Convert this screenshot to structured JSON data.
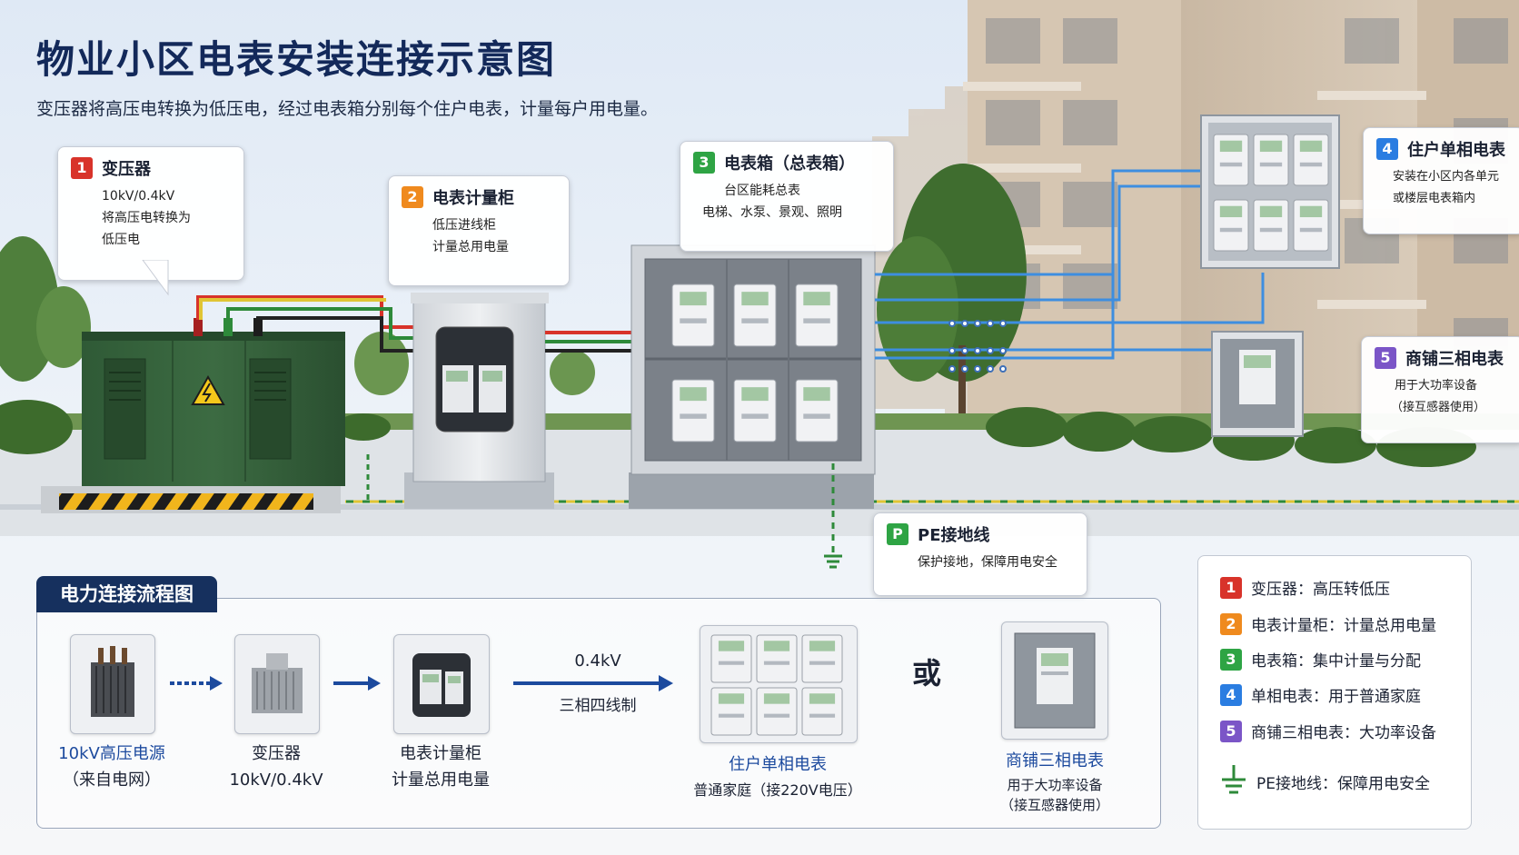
{
  "title": "物业小区电表安装连接示意图",
  "subtitle": "变压器将高压电转换为低压电，经过电表箱分别每个住户电表，计量每户用电量。",
  "callouts": {
    "c1": {
      "num": "1",
      "title": "变压器",
      "lines": [
        "10kV/0.4kV",
        "将高压电转换为",
        "低压电"
      ]
    },
    "c2": {
      "num": "2",
      "title": "电表计量柜",
      "lines": [
        "低压进线柜",
        "计量总用电量"
      ]
    },
    "c3": {
      "num": "3",
      "title": "电表箱（总表箱）",
      "lines": [
        "台区能耗总表",
        "电梯、水泵、景观、照明"
      ]
    },
    "c4": {
      "num": "4",
      "title": "住户单相电表",
      "lines": [
        "安装在小区内各单元",
        "或楼层电表箱内"
      ]
    },
    "c5": {
      "num": "5",
      "title": "商铺三相电表",
      "lines": [
        "用于大功率设备",
        "（接互感器使用）"
      ]
    },
    "cp": {
      "num": "P",
      "title": "PE接地线",
      "lines": [
        "保护接地，保障用电安全"
      ]
    }
  },
  "flow": {
    "tab": "电力连接流程图",
    "source": {
      "l1": "10kV高压电源",
      "l2": "（来自电网）"
    },
    "transformer": {
      "l1": "变压器",
      "l2": "10kV/0.4kV"
    },
    "cabinet": {
      "l1": "电表计量柜",
      "l2": "计量总用电量"
    },
    "wire": {
      "top": "0.4kV",
      "bottom": "三相四线制"
    },
    "resident": {
      "l1": "住户单相电表",
      "l2": "普通家庭（接220V电压）"
    },
    "or": "或",
    "shop": {
      "l1": "商铺三相电表",
      "l2": "用于大功率设备",
      "l3": "（接互感器使用）"
    }
  },
  "legend": {
    "items": [
      {
        "num": "1",
        "text": "变压器：高压转低压",
        "color": "#d8332a"
      },
      {
        "num": "2",
        "text": "电表计量柜：计量总用电量",
        "color": "#ef8a1e"
      },
      {
        "num": "3",
        "text": "电表箱：集中计量与分配",
        "color": "#2ea444"
      },
      {
        "num": "4",
        "text": "单相电表：用于普通家庭",
        "color": "#2a7de1"
      },
      {
        "num": "5",
        "text": "商铺三相电表：大功率设备",
        "color": "#7b55c7"
      }
    ],
    "pe": "PE接地线：保障用电安全"
  }
}
